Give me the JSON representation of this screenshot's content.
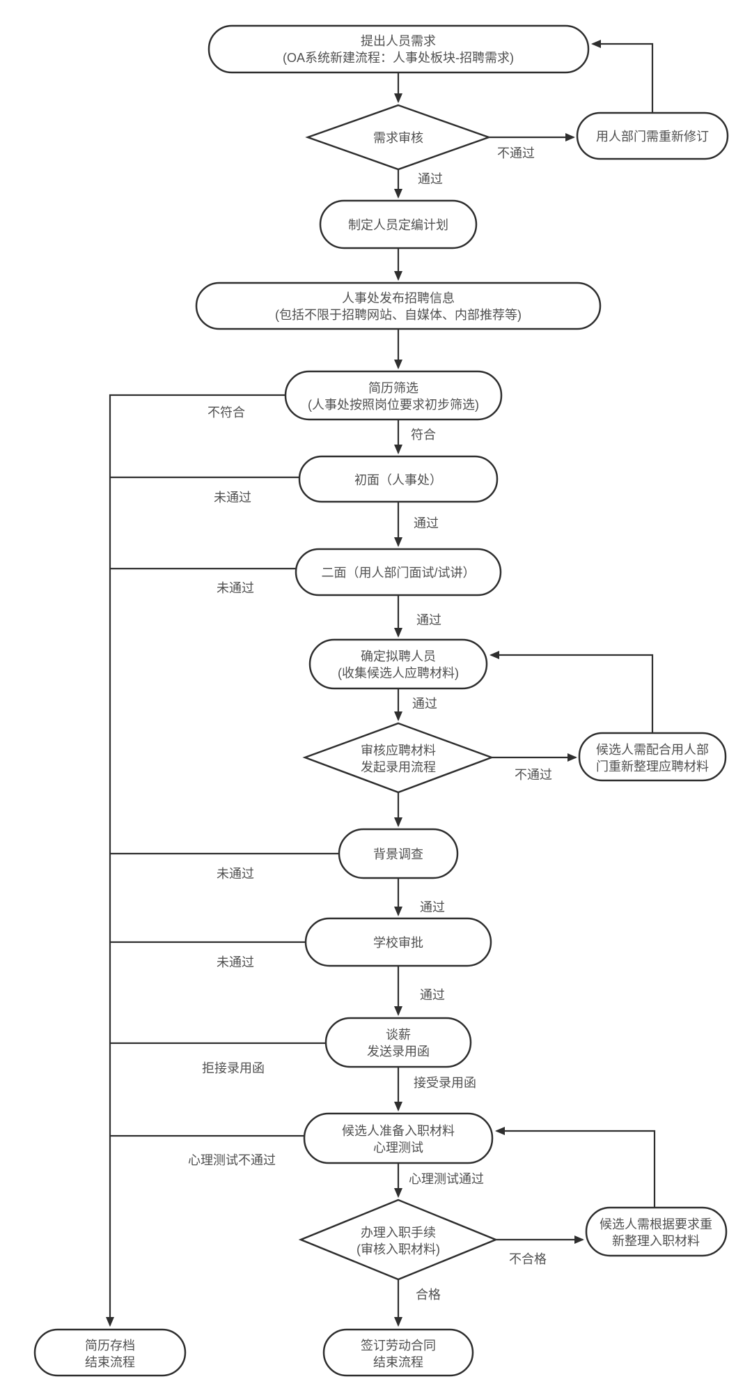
{
  "diagram": {
    "type": "flowchart",
    "topic": "人员招聘入职流程",
    "colors": {
      "background": "#ffffff",
      "node_fill": "#ffffff",
      "stroke": "#2e2e2e",
      "text": "#4f4f4f"
    },
    "nodes": {
      "propose": {
        "shape": "rounded-rect",
        "line1": "提出人员需求",
        "line2": "(OA系统新建流程：人事处板块-招聘需求)"
      },
      "demand_review": {
        "shape": "diamond",
        "line1": "需求审核"
      },
      "dept_revise": {
        "shape": "rounded-rect",
        "line1": "用人部门需重新修订"
      },
      "headcount_plan": {
        "shape": "rounded-rect",
        "line1": "制定人员定编计划"
      },
      "publish_info": {
        "shape": "rounded-rect",
        "line1": "人事处发布招聘信息",
        "line2": "(包括不限于招聘网站、自媒体、内部推荐等)"
      },
      "resume_screen": {
        "shape": "rounded-rect",
        "line1": "简历筛选",
        "line2": "(人事处按照岗位要求初步筛选)"
      },
      "first_interview": {
        "shape": "rounded-rect",
        "line1": "初面（人事处）"
      },
      "second_interview": {
        "shape": "rounded-rect",
        "line1": "二面（用人部门面试/试讲）"
      },
      "confirm_candidate": {
        "shape": "rounded-rect",
        "line1": "确定拟聘人员",
        "line2": "(收集候选人应聘材料)"
      },
      "review_materials": {
        "shape": "diamond",
        "line1": "审核应聘材料",
        "line2": "发起录用流程"
      },
      "redo_apply_materials": {
        "shape": "rounded-rect",
        "line1": "候选人需配合用人部",
        "line2": "门重新整理应聘材料"
      },
      "background_check": {
        "shape": "rounded-rect",
        "line1": "背景调查"
      },
      "school_approval": {
        "shape": "rounded-rect",
        "line1": "学校审批"
      },
      "salary_offer": {
        "shape": "rounded-rect",
        "line1": "谈薪",
        "line2": "发送录用函"
      },
      "prepare_onboarding": {
        "shape": "rounded-rect",
        "line1": "候选人准备入职材料",
        "line2": "心理测试"
      },
      "onboarding_procedure": {
        "shape": "diamond",
        "line1": "办理入职手续",
        "line2": "(审核入职材料)"
      },
      "redo_onboarding_materials": {
        "shape": "rounded-rect",
        "line1": "候选人需根据要求重",
        "line2": "新整理入职材料"
      },
      "archive_resume": {
        "shape": "rounded-rect",
        "line1": "简历存档",
        "line2": "结束流程"
      },
      "sign_contract": {
        "shape": "rounded-rect",
        "line1": "签订劳动合同",
        "line2": "结束流程"
      }
    },
    "edge_labels": {
      "fail_review": "不通过",
      "pass_review": "通过",
      "no_match": "不符合",
      "match": "符合",
      "fail_first": "未通过",
      "pass_first": "通过",
      "fail_second": "未通过",
      "pass_second": "通过",
      "pass_confirm": "通过",
      "fail_materials": "不通过",
      "fail_background": "未通过",
      "pass_background": "通过",
      "fail_school": "未通过",
      "pass_school": "通过",
      "reject_offer": "拒接录用函",
      "accept_offer": "接受录用函",
      "fail_psych": "心理测试不通过",
      "pass_psych": "心理测试通过",
      "unqualified": "不合格",
      "qualified": "合格"
    }
  }
}
